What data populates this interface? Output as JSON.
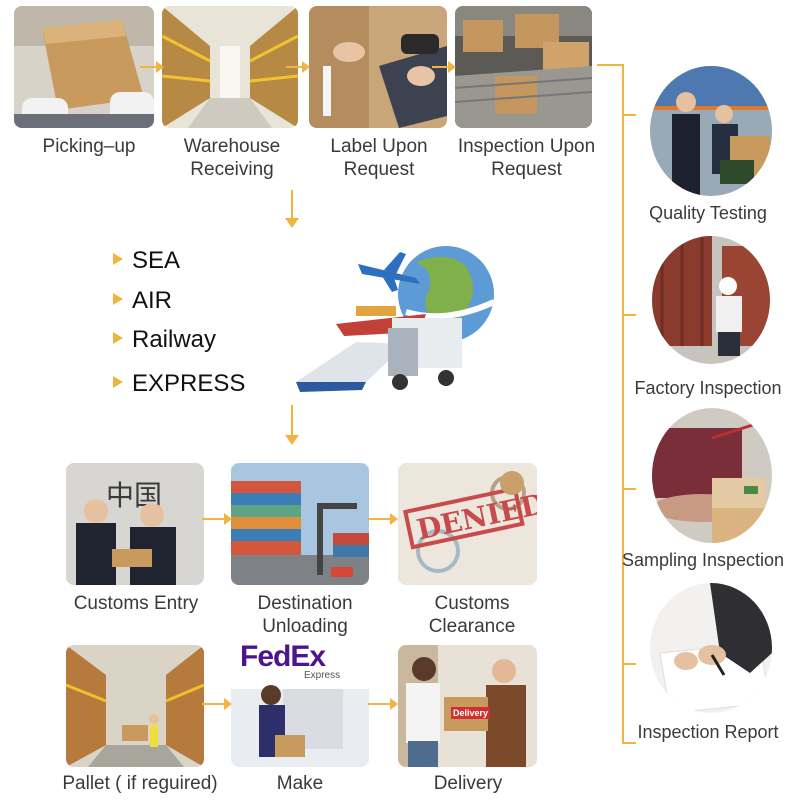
{
  "top_row": [
    {
      "label": "Picking–up",
      "icon": "box-handoff-photo"
    },
    {
      "label": "Warehouse\nReceiving",
      "icon": "warehouse-shelves-photo"
    },
    {
      "label": "Label Upon\nRequest",
      "icon": "barcode-scanner-photo"
    },
    {
      "label": "Inspection Upon\nRequest",
      "icon": "conveyor-boxes-photo"
    }
  ],
  "shipping_modes": [
    "SEA",
    "AIR",
    "Railway",
    "EXPRESS"
  ],
  "middle_row": [
    {
      "label": "Customs Entry",
      "icon": "customs-officers-photo"
    },
    {
      "label": "Destination\nUnloading",
      "icon": "container-port-photo"
    },
    {
      "label": "Customs\nClearance",
      "icon": "denied-stamp-photo"
    }
  ],
  "bottom_row": [
    {
      "label": "Pallet ( if reguired)",
      "icon": "pallet-warehouse-photo"
    },
    {
      "label": "Make",
      "icon": "fedex-truck-photo",
      "brand": "FedEx",
      "brand_sub": "Express"
    },
    {
      "label": "Delivery",
      "icon": "package-delivery-photo",
      "badge": "Delivery"
    }
  ],
  "inspections": [
    {
      "label": "Quality Testing",
      "icon": "quality-testing-photo"
    },
    {
      "label": "Factory Inspection",
      "icon": "factory-inspection-photo"
    },
    {
      "label": "Sampling Inspection",
      "icon": "sampling-inspection-photo"
    },
    {
      "label": "Inspection Report",
      "icon": "inspection-report-photo"
    }
  ],
  "colors": {
    "accent": "#f0b440",
    "text": "#3a3a3a"
  }
}
